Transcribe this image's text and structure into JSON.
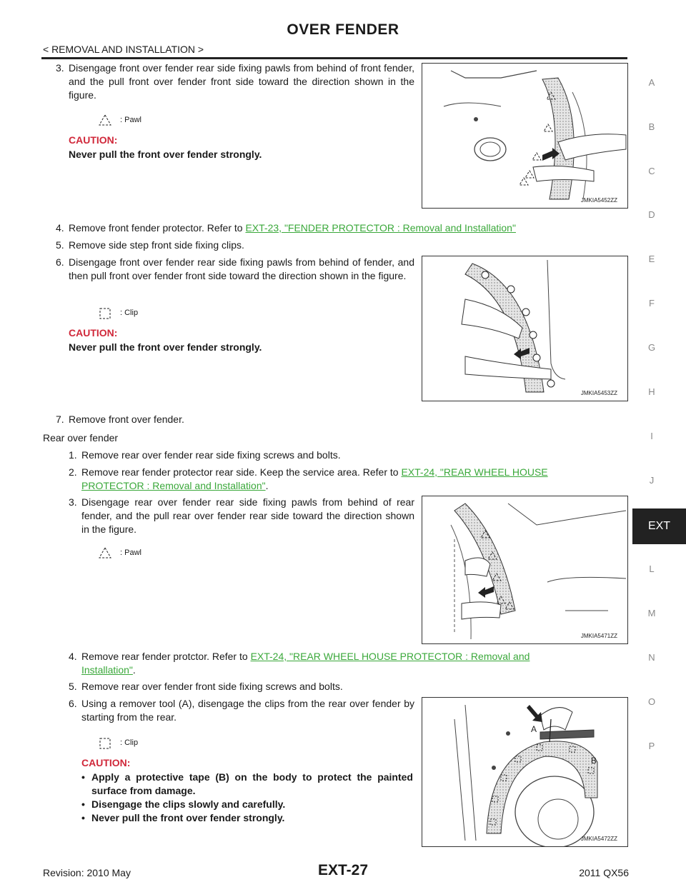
{
  "header": {
    "title": "OVER FENDER",
    "section": "< REMOVAL AND INSTALLATION >"
  },
  "side_tabs": [
    "A",
    "B",
    "C",
    "D",
    "E",
    "F",
    "G",
    "H",
    "I",
    "J",
    "EXT",
    "L",
    "M",
    "N",
    "O",
    "P"
  ],
  "active_tab": "EXT",
  "front": {
    "step3": {
      "num": "3.",
      "text": "Disengage front over fender rear side fixing pawls from behind of front fender, and the pull front over fender front side toward the direction shown in the figure."
    },
    "legend1": ": Pawl",
    "caution1_head": "CAUTION:",
    "caution1_text": "Never pull the front over fender strongly.",
    "fig1_id": "JMKIA5452ZZ",
    "step4": {
      "num": "4.",
      "text": "Remove front fender protector. Refer to ",
      "link": "EXT-23, \"FENDER PROTECTOR : Removal and Installation\""
    },
    "step5": {
      "num": "5.",
      "text": "Remove side step front side fixing clips."
    },
    "step6": {
      "num": "6.",
      "text": "Disengage front over fender rear side fixing pawls from behind of fender, and then pull front over fender front side toward the direction shown in the figure."
    },
    "legend2": ": Clip",
    "caution2_head": "CAUTION:",
    "caution2_text": "Never pull the front over fender strongly.",
    "fig2_id": "JMKIA5453ZZ",
    "step7": {
      "num": "7.",
      "text": "Remove front over fender."
    }
  },
  "rear": {
    "heading": "Rear over fender",
    "step1": {
      "num": "1.",
      "text": "Remove rear over fender rear side fixing screws and bolts."
    },
    "step2": {
      "num": "2.",
      "text": "Remove rear fender protector rear side. Keep the service area. Refer to ",
      "link1": "EXT-24, \"REAR WHEEL HOUSE",
      "link2": "PROTECTOR : Removal and Installation\"",
      "tail": "."
    },
    "step3": {
      "num": "3.",
      "text": "Disengage rear over fender rear side fixing pawls from behind of rear fender, and the pull rear over fender rear side toward the direction shown in the figure."
    },
    "legend3": ": Pawl",
    "fig3_id": "JMKIA5471ZZ",
    "step4": {
      "num": "4.",
      "text": "Remove rear fender protctor. Refer to ",
      "link1": "EXT-24, \"REAR WHEEL HOUSE PROTECTOR : Removal and",
      "link2": "Installation\"",
      "tail": "."
    },
    "step5": {
      "num": "5.",
      "text": "Remove rear over fender front side fixing screws and bolts."
    },
    "step6": {
      "num": "6.",
      "text": "Using a remover tool (A), disengage the clips from the rear over fender by starting from the rear."
    },
    "legend4": ": Clip",
    "caution3_head": "CAUTION:",
    "caution3_items": [
      "Apply a protective tape (B) on the body to protect the painted surface from damage.",
      "Disengage the clips slowly and carefully.",
      "Never pull the front over fender strongly."
    ],
    "fig4_id": "JMKIA5472ZZ",
    "fig4_label_a": "A",
    "fig4_label_b": "B"
  },
  "footer": {
    "revision": "Revision: 2010 May",
    "page": "EXT-27",
    "model": "2011 QX56"
  }
}
